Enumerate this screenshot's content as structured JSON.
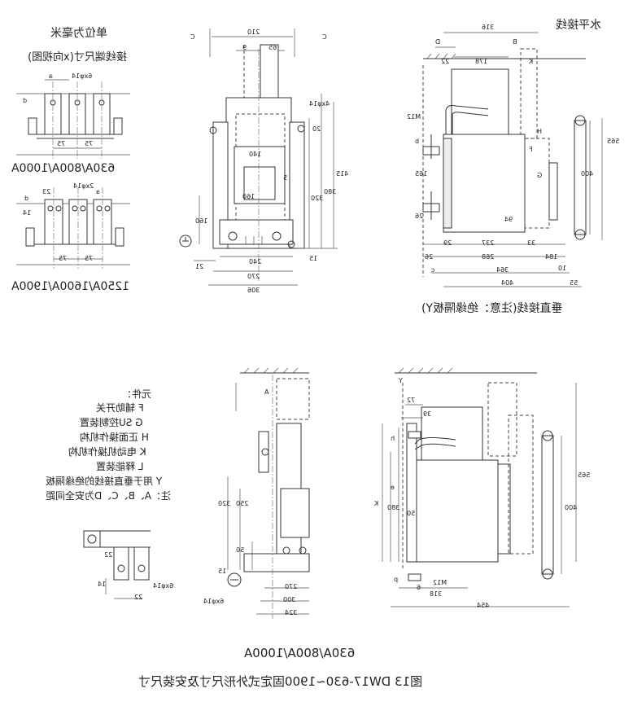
{
  "header": {
    "units": "单位为毫米",
    "terminal_size": "接线端尺寸(x向视图)"
  },
  "models": {
    "small": "630A/800A/1000A",
    "large": "1250A/1600A/1900A",
    "bottom": "630A/800A/1000A"
  },
  "orientation": {
    "horizontal": "水平接线",
    "vertical": "垂直接线(注意：绝缘隔板Y)"
  },
  "legend": {
    "title": "元件：",
    "items": [
      "F  辅助开关",
      "G  SU控制装置",
      "H  正面操作机构",
      "K  电动机操作机构",
      "L  释能装置",
      "Y  用于垂直接线的绝缘隔板",
      "注：A、B、C、D为安全间距"
    ]
  },
  "caption": "图13 DW17-630~1900固定式外形尺寸及安装尺寸",
  "dims": {
    "tl_6x14": "6xφ14",
    "tl_a": "a",
    "tl_d": "d",
    "tl_75a": "75",
    "tl_75b": "75",
    "ml_2x14": "2xφ14",
    "ml_a": "a",
    "ml_d": "d",
    "ml_23": "23",
    "ml_14": "14",
    "ml_75a": "75",
    "ml_75b": "75",
    "f_210": "210",
    "f_9": "9",
    "f_65": "65",
    "f_C1": "C",
    "f_C2": "C",
    "f_4x14": "4xφ14",
    "f_20": "20",
    "f_140": "140",
    "f_5": "5",
    "f_160": "160",
    "f_320": "320",
    "f_380": "380",
    "f_415": "415",
    "f_160b": "160",
    "f_240": "240",
    "f_270": "270",
    "f_306": "306",
    "f_21": "21",
    "f_15": "15",
    "s_316": "316",
    "s_D": "D",
    "s_B": "B",
    "s_22": "22",
    "s_178": "178",
    "s_K": "K",
    "s_M12": "M12",
    "s_b": "b",
    "s_165": "165",
    "s_26": "26",
    "s_H": "H",
    "s_F": "F",
    "s_G": "G",
    "s_400": "400",
    "s_565": "565",
    "s_94": "94",
    "s_29": "29",
    "s_237": "237",
    "s_33": "33",
    "s_26b": "26",
    "s_268": "268",
    "s_10": "10",
    "s_184": "184",
    "s_c": "c",
    "s_364": "364",
    "s_404": "404",
    "s_55": "55",
    "bf_A": "A",
    "bf_320": "320",
    "bf_250": "250",
    "bf_50": "50",
    "bf_15": "15",
    "bf_270": "270",
    "bf_300": "300",
    "bf_324": "324",
    "bf_6x14": "6xφ14",
    "bs_Y": "Y",
    "bs_72": "72",
    "bs_39": "39",
    "bs_h": "h",
    "bs_e": "e",
    "bs_K": "K",
    "bs_380": "380",
    "bs_50": "50",
    "bs_565": "565",
    "bs_400": "400",
    "bs_M12": "M12",
    "bs_p": "p",
    "bs_6": "6",
    "bs_318": "318",
    "bs_454": "454",
    "bt_22a": "22",
    "bt_22b": "22",
    "bt_14": "14",
    "bt_6x14": "6xφ14"
  }
}
